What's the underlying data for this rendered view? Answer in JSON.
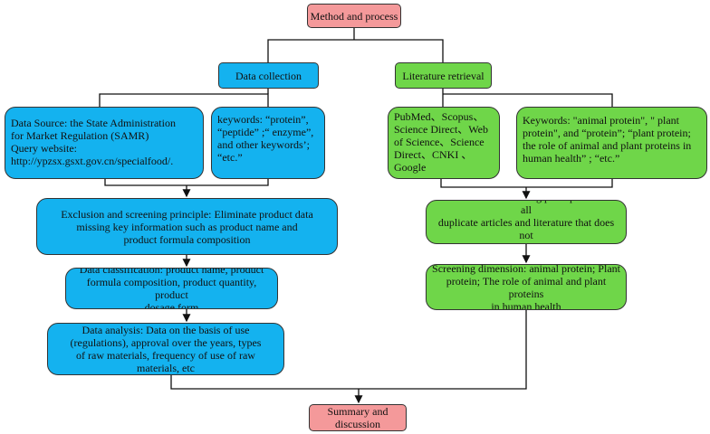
{
  "nodes": {
    "method": "Method and process",
    "data_collection": "Data collection",
    "literature_retrieval": "Literature retrieval",
    "data_source": "Data Source: the State Administration\nfor Market Regulation (SAMR)\nQuery website:\nhttp://ypzsx.gsxt.gov.cn/specialfood/.",
    "keywords_left": "keywords: “protein”,\n“peptide” ;“ enzyme”,\nand other keywords’;\n“etc.”",
    "databases": "PubMed、Scopus、\nScience Direct、Web\nof Science、Science\nDirect、CNKI 、\nGoogle",
    "keywords_right": "Keywords: \"animal protein\", \" plant\nprotein\", and “protein”; “plant protein;\nthe role of animal and plant proteins in\nhuman health” ; “etc.”",
    "exclusion_left": "Exclusion and screening principle: Eliminate product data\nmissing key information such as product name and\nproduct formula composition",
    "exclusion_right": "Exclusion and screening principle: Delete all\nduplicate articles and literature that does not\nfit the topic",
    "classification": "Data classification: product name, product\nformula composition, product quantity, product\ndosage form",
    "screening_dimension": "Screening dimension: animal protein; Plant\nprotein; The role of animal and plant proteins\nin human health",
    "analysis": "Data analysis: Data on the basis of use\n(regulations), approval over the years, types\nof raw materials, frequency of use of raw\nmaterials, etc",
    "summary": "Summary and\ndiscussion"
  }
}
